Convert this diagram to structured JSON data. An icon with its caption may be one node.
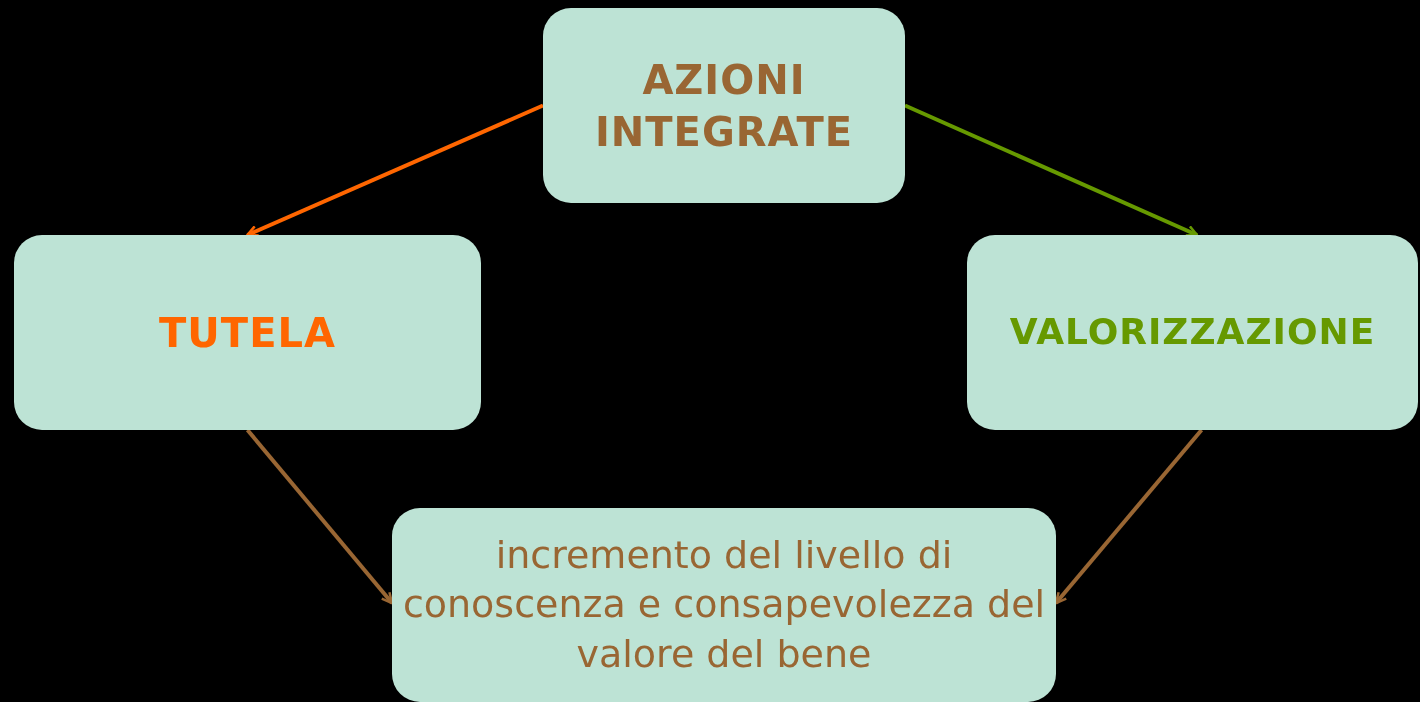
{
  "diagram": {
    "nodes": [
      {
        "text": [
          "AZIONI INTEGRATE"
        ]
      },
      {
        "text": [
          "TUTELA"
        ]
      },
      {
        "text": [
          "VALORIZZAZIONE"
        ]
      },
      {
        "text": [
          "incremento del livello di conoscenza e consapevolezza del valore del bene"
        ]
      }
    ],
    "edges": [
      {
        "from": 0,
        "to": 1,
        "arrow": "to",
        "color": "#ff6600"
      },
      {
        "from": 0,
        "to": 2,
        "arrow": "to",
        "color": "#669900"
      },
      {
        "from": 1,
        "to": 3,
        "arrow": "to"
      },
      {
        "from": 2,
        "to": 3,
        "arrow": "to"
      }
    ]
  }
}
